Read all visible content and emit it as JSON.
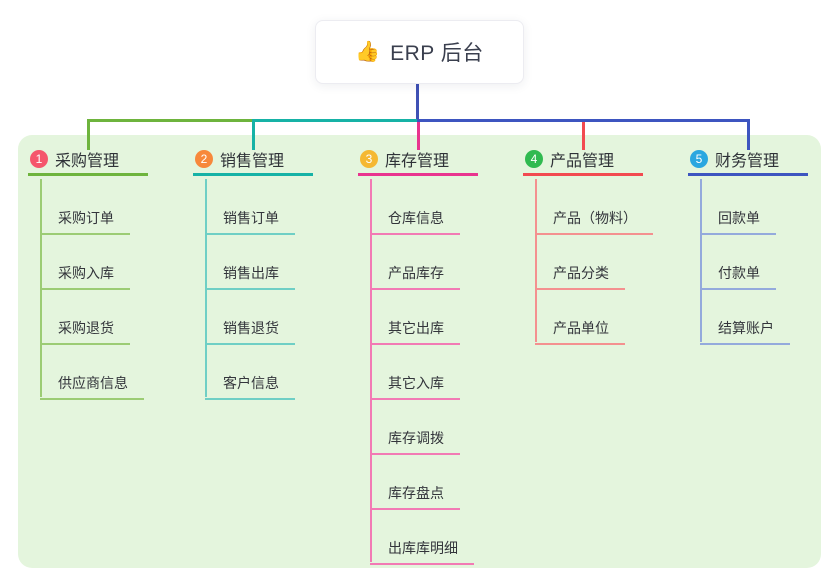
{
  "root": {
    "icon_glyph": "👍",
    "title": "ERP 后台"
  },
  "colors": {
    "page_background": "#ffffff",
    "panel_background": "#e4f5dd",
    "root_card_background": "#ffffff",
    "root_connector": "#3f51b5",
    "root_text": "#3a3f4e",
    "node_text": "#33353b",
    "header_text": "#2f3238"
  },
  "branches": [
    {
      "num": "1",
      "title": "采购管理",
      "badge_color": "#f5566c",
      "line_color": "#6eb43d",
      "child_line_color": "#9ccc74",
      "children": [
        "采购订单",
        "采购入库",
        "采购退货",
        "供应商信息"
      ]
    },
    {
      "num": "2",
      "title": "销售管理",
      "badge_color": "#f7883b",
      "line_color": "#16b2a6",
      "child_line_color": "#6fcfc5",
      "children": [
        "销售订单",
        "销售出库",
        "销售退货",
        "客户信息"
      ]
    },
    {
      "num": "3",
      "title": "库存管理",
      "badge_color": "#f5b832",
      "line_color": "#e9348f",
      "child_line_color": "#f27ab4",
      "children": [
        "仓库信息",
        "产品库存",
        "其它出库",
        "其它入库",
        "库存调拨",
        "库存盘点",
        "出库库明细"
      ]
    },
    {
      "num": "4",
      "title": "产品管理",
      "badge_color": "#30ba50",
      "line_color": "#f24a50",
      "child_line_color": "#f4908f",
      "children": [
        "产品（物料）",
        "产品分类",
        "产品单位"
      ]
    },
    {
      "num": "5",
      "title": "财务管理",
      "badge_color": "#2aa7e0",
      "line_color": "#3d55c0",
      "child_line_color": "#94aadc",
      "children": [
        "回款单",
        "付款单",
        "结算账户"
      ]
    }
  ]
}
